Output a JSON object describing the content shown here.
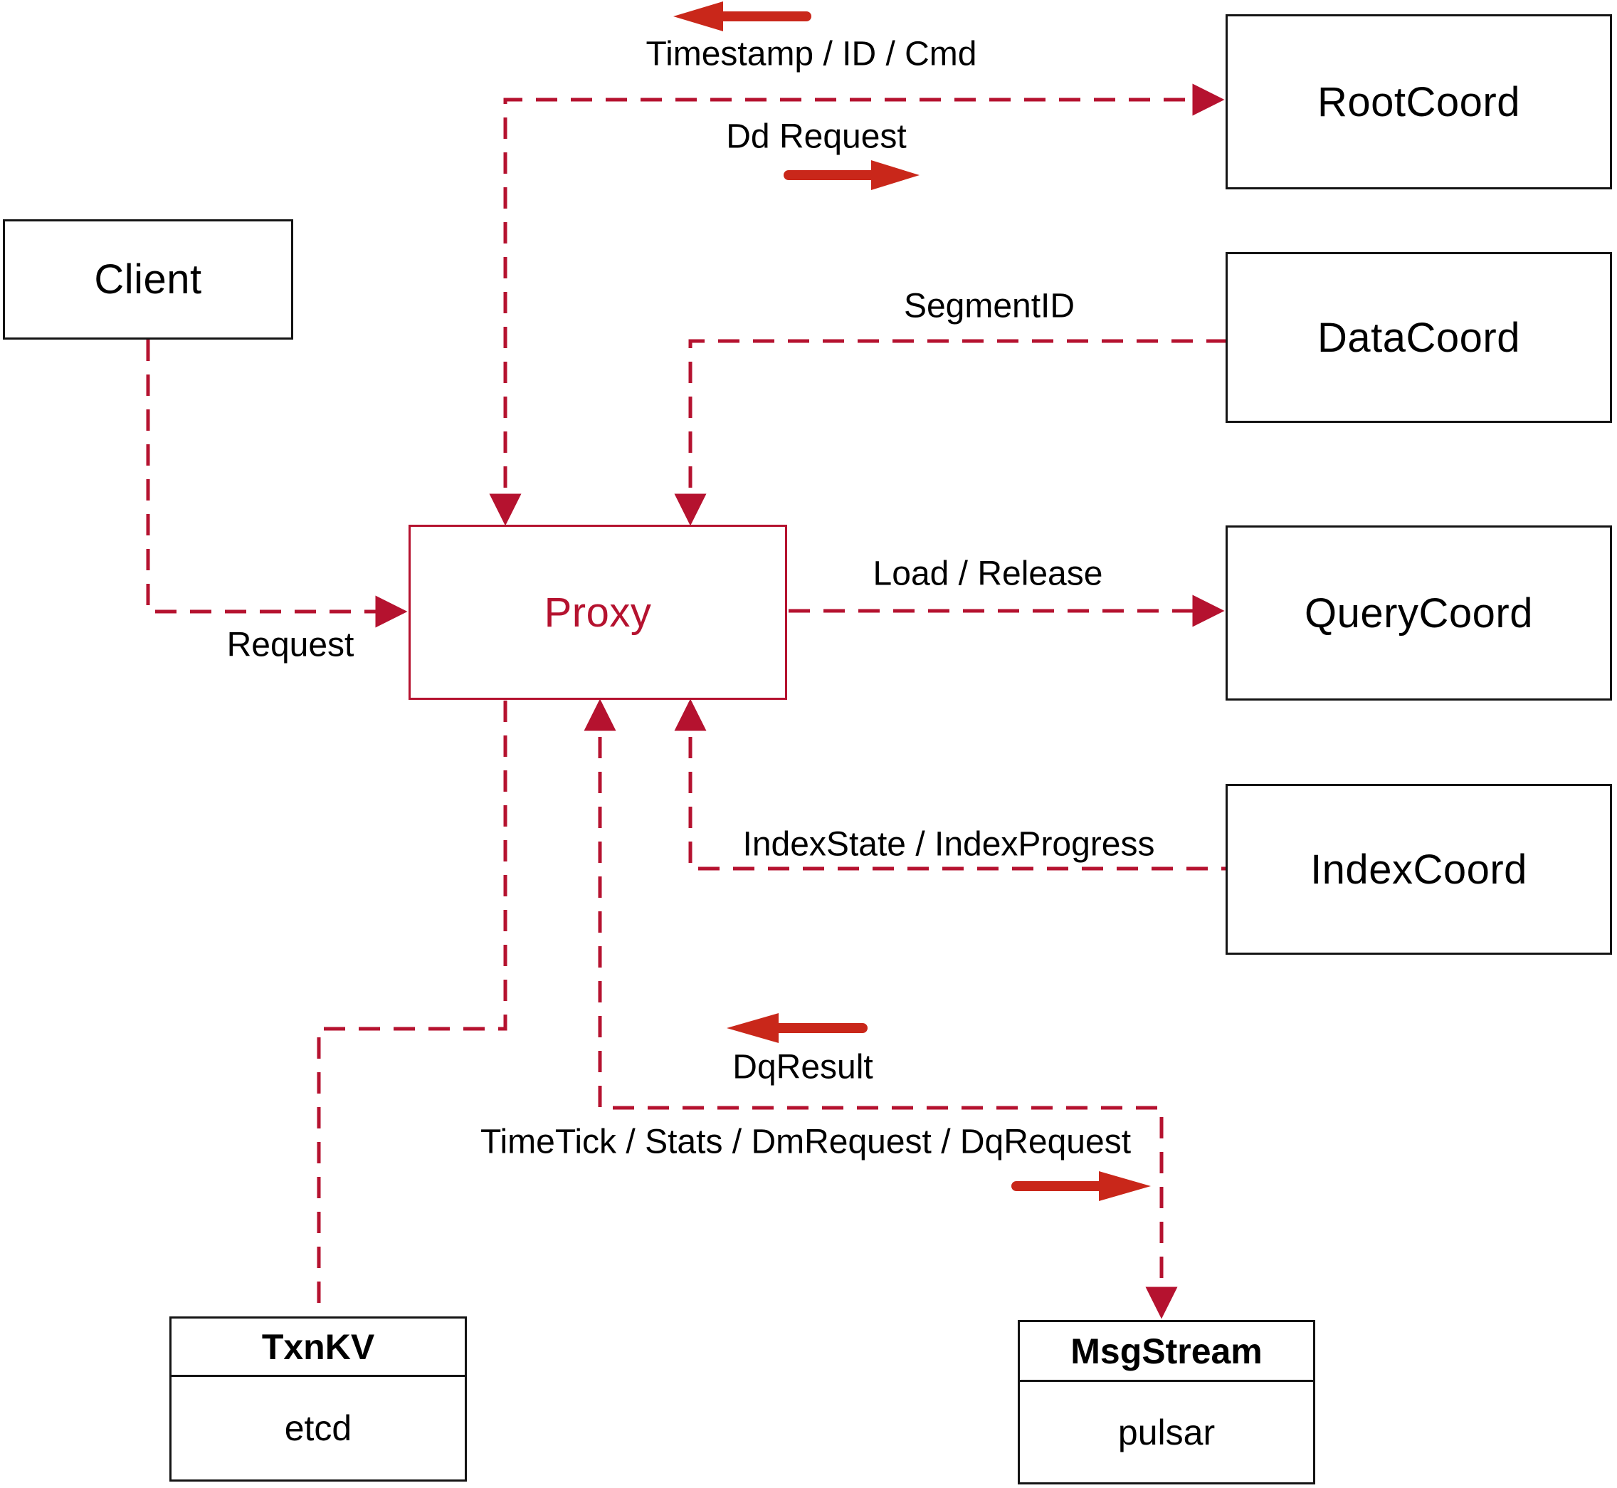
{
  "diagram": {
    "nodes": {
      "client": {
        "label": "Client"
      },
      "proxy": {
        "label": "Proxy"
      },
      "root_coord": {
        "label": "RootCoord"
      },
      "data_coord": {
        "label": "DataCoord"
      },
      "query_coord": {
        "label": "QueryCoord"
      },
      "index_coord": {
        "label": "IndexCoord"
      },
      "txn_kv": {
        "label": "TxnKV",
        "impl": "etcd"
      },
      "msg_stream": {
        "label": "MsgStream",
        "impl": "pulsar"
      }
    },
    "edges": {
      "proxy_rootcoord": {
        "reply_label": "Timestamp / ID / Cmd",
        "request_label": "Dd Request"
      },
      "datacoord_proxy": {
        "label": "SegmentID"
      },
      "client_proxy": {
        "label": "Request"
      },
      "proxy_querycoord": {
        "label": "Load / Release"
      },
      "indexcoord_proxy": {
        "label": "IndexState / IndexProgress"
      },
      "msgstream_proxy": {
        "reply_label": "DqResult",
        "request_label": "TimeTick / Stats / DmRequest / DqRequest"
      }
    },
    "colors": {
      "connector_red": "#b5122f",
      "arrow_red": "#c9271a",
      "box_border_black": "#141414",
      "label_black": "#000000",
      "background": "#ffffff",
      "proxy_red": "#b5122f"
    }
  }
}
